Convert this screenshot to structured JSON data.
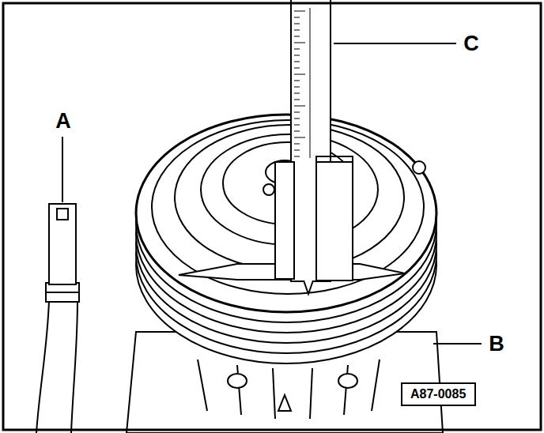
{
  "diagram": {
    "nodes": [
      {
        "text": [
          "A87-0085"
        ]
      }
    ],
    "labels": [
      "A",
      "B",
      "C"
    ]
  }
}
